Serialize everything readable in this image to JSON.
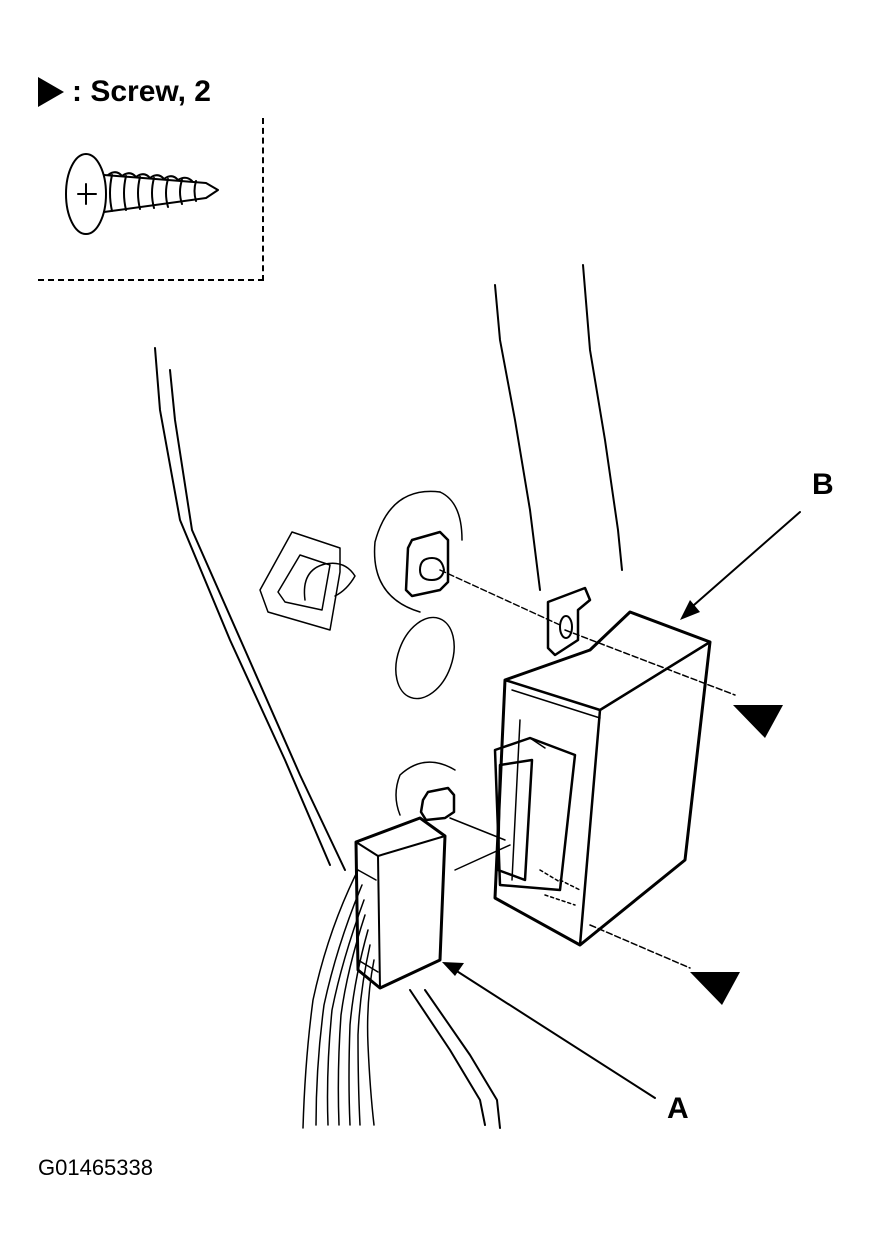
{
  "legend": {
    "symbol": "triangle-marker-icon",
    "text": ": Screw, 2"
  },
  "callouts": {
    "a": "A",
    "b": "B"
  },
  "figure_id": "G01465338",
  "colors": {
    "ink": "#000000",
    "paper": "#ffffff"
  }
}
